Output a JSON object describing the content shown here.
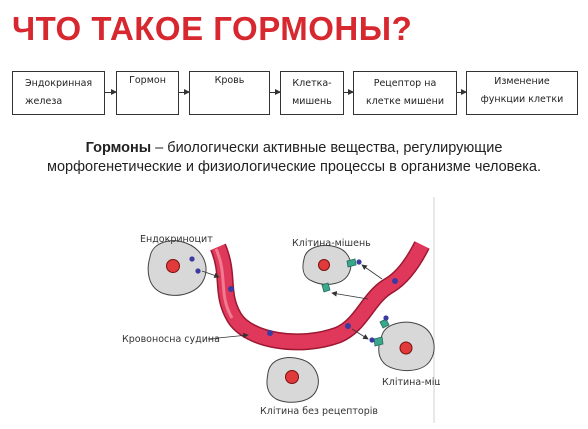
{
  "title": "ЧТО ТАКОЕ ГОРМОНЫ?",
  "flow": [
    {
      "line1": "Эндокринная",
      "line2": "железа"
    },
    {
      "line1": "Гормон",
      "line2": ""
    },
    {
      "line1": "Кровь",
      "line2": ""
    },
    {
      "line1": "Клетка-",
      "line2": "мишень"
    },
    {
      "line1": "Рецептор на",
      "line2": "клетке мишени"
    },
    {
      "line1": "Изменение",
      "line2": "функции клетки"
    }
  ],
  "definition": {
    "term": "Гормоны",
    "text": " – биологически активные вещества, регулирующие морфогенетические и физиологические процессы в организме человека."
  },
  "diagram_labels": {
    "endocrinocyte": "Ендокриноцит",
    "target_top": "Клітина-мішень",
    "vessel": "Кровоносна судина",
    "target_bottom": "Клітина-мішень",
    "no_receptors": "Клітина без рецепторів"
  },
  "colors": {
    "title": "#d7282f",
    "vessel": "#e0385a",
    "cell": "#d8d8d8",
    "nucleus": "#e03a3a",
    "hormone": "#3a3aa0",
    "receptor": "#3aa88c"
  }
}
